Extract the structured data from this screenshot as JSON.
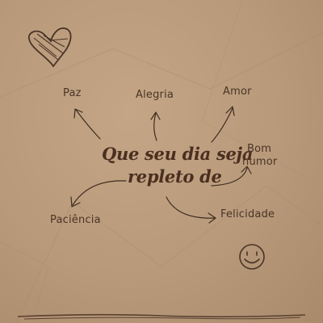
{
  "center": {
    "line1": "Que seu dia seja",
    "line2": "repleto de"
  },
  "words": {
    "paz": "Paz",
    "alegria": "Alegria",
    "amor": "Amor",
    "bom_line1": "Bom",
    "bom_line2": "humor",
    "felicidade": "Felicidade",
    "paciencia": "Paciência"
  },
  "icons": {
    "heart": "heart-icon",
    "smiley": "smiley-icon"
  },
  "colors": {
    "paper": "#b89a7b",
    "ink": "#4a3426",
    "title_ink": "#4a2f20"
  }
}
